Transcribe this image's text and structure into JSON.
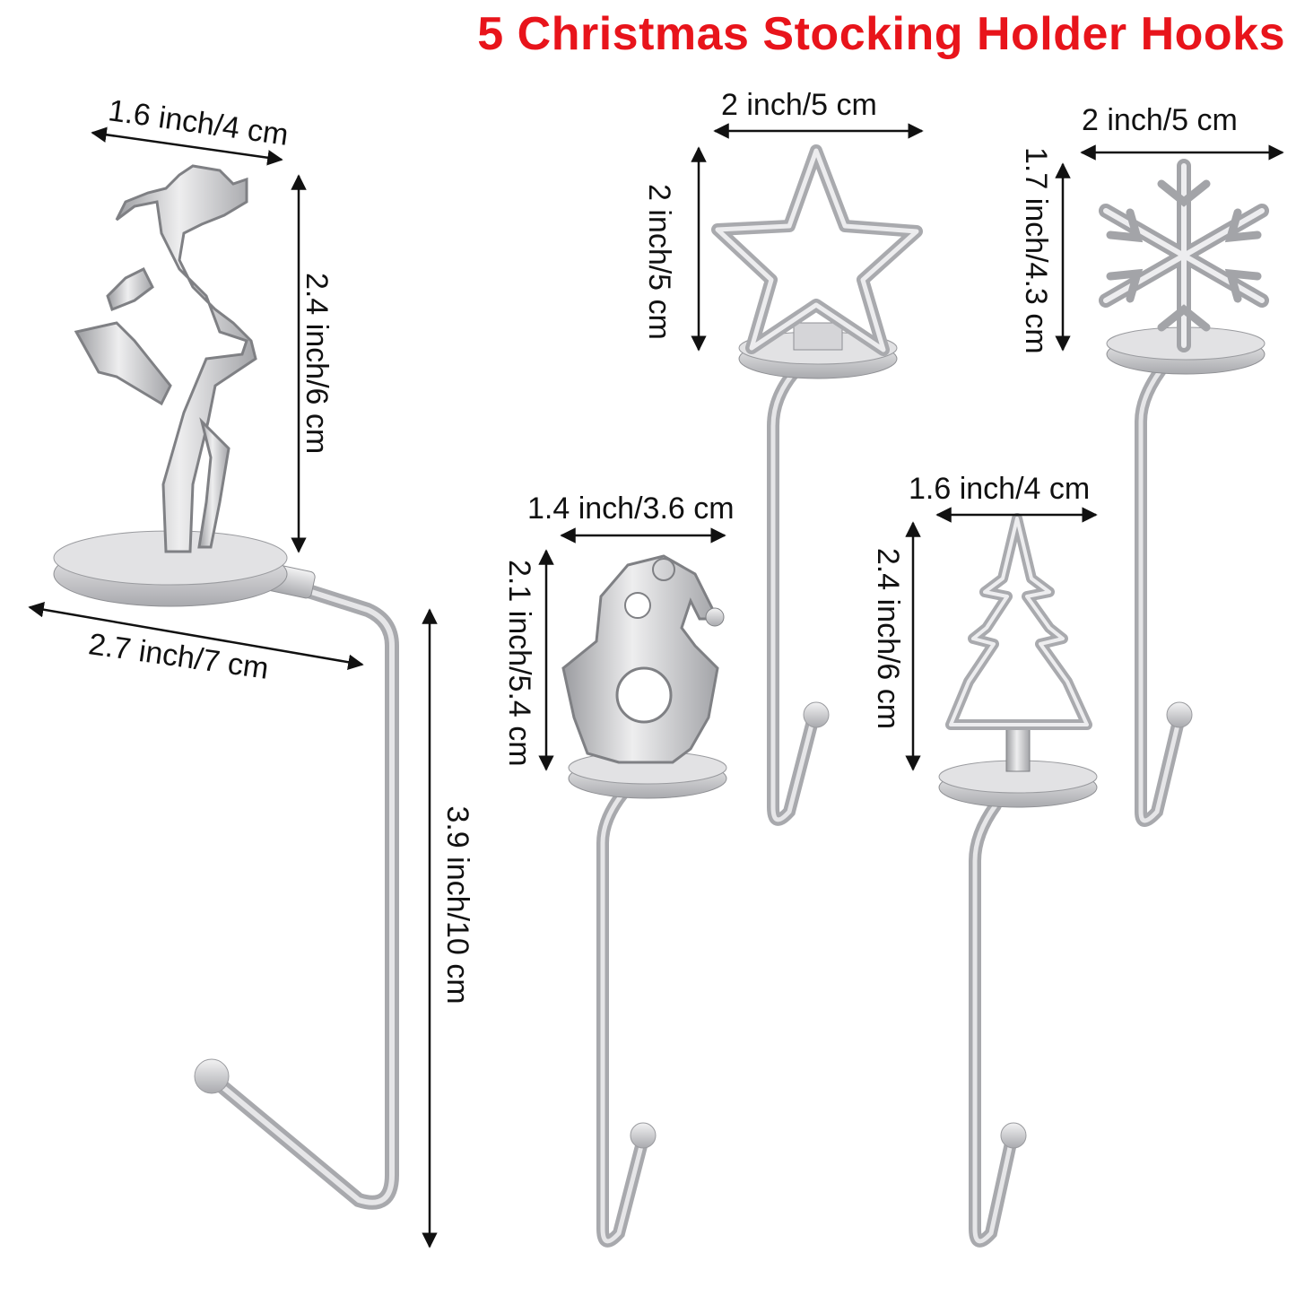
{
  "title": "5 Christmas Stocking Holder Hooks",
  "colors": {
    "title": "#e8141b",
    "metal": "#c9c9cb",
    "metal_dark": "#8d8e92",
    "text": "#111111"
  },
  "hooks": {
    "reindeer": {
      "top_width": "1.6 inch/4 cm",
      "figure_height": "2.4 inch/6 cm",
      "base_width": "2.7 inch/7 cm",
      "hook_height": "3.9 inch/10 cm"
    },
    "star": {
      "width": "2 inch/5 cm",
      "height": "2 inch/5 cm"
    },
    "snowflake": {
      "width": "2 inch/5 cm",
      "height": "1.7 inch/4.3 cm"
    },
    "gnome": {
      "width": "1.4 inch/3.6 cm",
      "height": "2.1 inch/5.4 cm"
    },
    "tree": {
      "width": "1.6 inch/4 cm",
      "height": "2.4 inch/6 cm"
    }
  }
}
